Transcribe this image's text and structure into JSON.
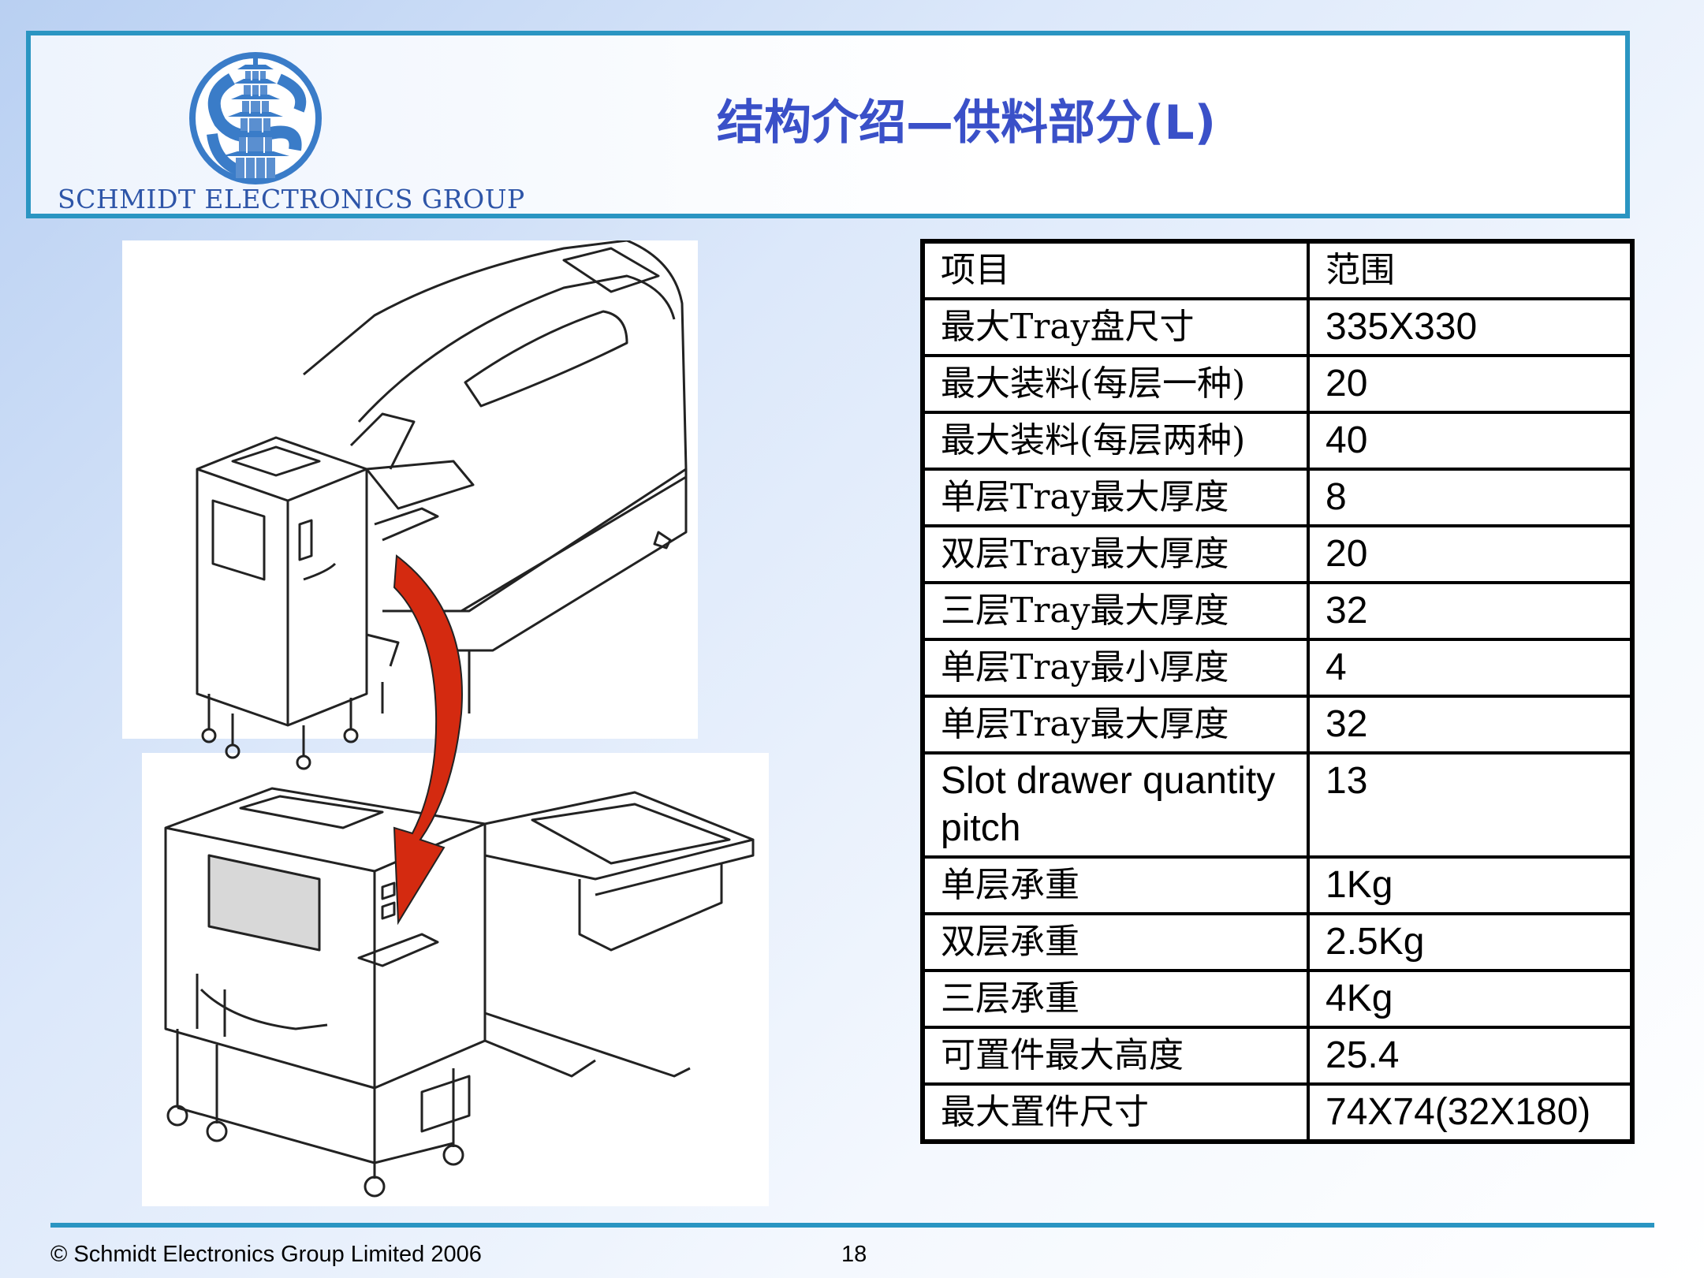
{
  "header": {
    "company": "SCHMIDT ELECTRONICS GROUP",
    "title": "结构介绍—供料部分(L)",
    "logo_icon": "pagoda-logo-icon"
  },
  "table": {
    "headers": [
      "项目",
      "范围"
    ],
    "rows": [
      {
        "item": "最大Tray盘尺寸",
        "range": "335X330"
      },
      {
        "item": "最大装料(每层一种)",
        "range": "20"
      },
      {
        "item": "最大装料(每层两种)",
        "range": "40"
      },
      {
        "item": "单层Tray最大厚度",
        "range": "8"
      },
      {
        "item": "双层Tray最大厚度",
        "range": "20"
      },
      {
        "item": "三层Tray最大厚度",
        "range": "32"
      },
      {
        "item": "单层Tray最小厚度",
        "range": "4"
      },
      {
        "item": "单层Tray最大厚度",
        "range": "32"
      },
      {
        "item": "Slot drawer quantity pitch",
        "range": "13"
      },
      {
        "item": "单层承重",
        "range": "1Kg"
      },
      {
        "item": "双层承重",
        "range": "2.5Kg"
      },
      {
        "item": "三层承重",
        "range": "4Kg"
      },
      {
        "item": "可置件最大高度",
        "range": "25.4"
      },
      {
        "item": "最大置件尺寸",
        "range": "74X74(32X180)"
      }
    ]
  },
  "footer": {
    "copyright": "© Schmidt Electronics Group Limited 2006",
    "page_number": "18"
  },
  "colors": {
    "accent": "#2a95c2",
    "title": "#3a50c8",
    "company": "#2e55a8",
    "arrow": "#d42a10"
  }
}
